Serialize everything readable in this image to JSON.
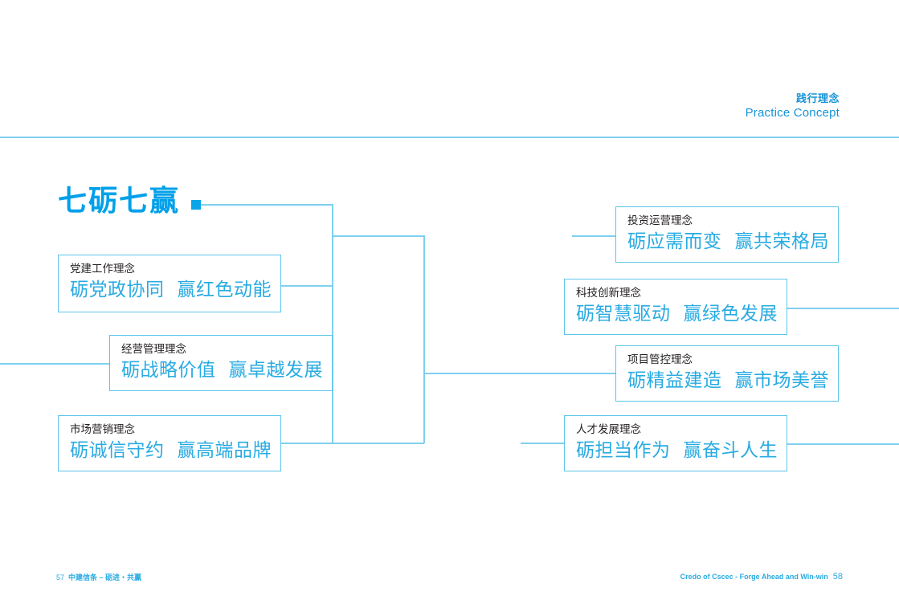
{
  "header": {
    "title_cn": "践行理念",
    "title_en": "Practice Concept"
  },
  "page_title": "七砺七赢",
  "concepts": [
    {
      "label": "党建工作理念",
      "slogan_left": "砺党政协同",
      "slogan_right": "赢红色动能"
    },
    {
      "label": "经营管理理念",
      "slogan_left": "砺战略价值",
      "slogan_right": "赢卓越发展"
    },
    {
      "label": "市场营销理念",
      "slogan_left": "砺诚信守约",
      "slogan_right": "赢高端品牌"
    },
    {
      "label": "投资运营理念",
      "slogan_left": "砺应需而变",
      "slogan_right": "赢共荣格局"
    },
    {
      "label": "科技创新理念",
      "slogan_left": "砺智慧驱动",
      "slogan_right": "赢绿色发展"
    },
    {
      "label": "项目管控理念",
      "slogan_left": "砺精益建造",
      "slogan_right": "赢市场美誉"
    },
    {
      "label": "人才发展理念",
      "slogan_left": "砺担当作为",
      "slogan_right": "赢奋斗人生"
    }
  ],
  "footer": {
    "left_page": "57",
    "left_text": "中建信条 – 砺进・共赢",
    "right_text": "Credo of Cscec - Forge Ahead and Win-win",
    "right_page": "58"
  },
  "colors": {
    "accent": "#29abe2",
    "line": "#7fd0ef",
    "title": "#00a0e9",
    "label": "#231f20"
  }
}
